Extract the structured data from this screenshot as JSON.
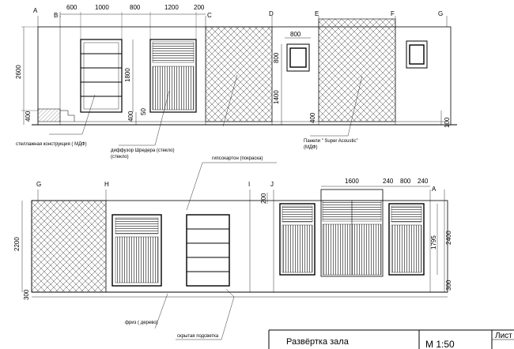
{
  "upper": {
    "axes": [
      "A",
      "B",
      "C",
      "D",
      "E",
      "F",
      "G"
    ],
    "dims_top": [
      "600",
      "1000",
      "800",
      "1200",
      "200"
    ],
    "dim_800_top": "800",
    "dims_left": [
      "2600",
      "400"
    ],
    "dim_1800": "1800",
    "dim_400_mid": "400",
    "dim_50": "50",
    "dim_800_side": "800",
    "dim_1400": "1400",
    "dim_400_right": "400",
    "dim_100": "100"
  },
  "lower": {
    "axes": [
      "G",
      "H",
      "I",
      "J",
      "A"
    ],
    "dims_top": [
      "1600",
      "240",
      "800",
      "240"
    ],
    "dim_200": "200",
    "dims_left": [
      "2200",
      "300"
    ],
    "dim_1795": "1795",
    "dim_2400": "2400",
    "dim_300_right": "300"
  },
  "notes": {
    "shelving": "стеллажная конструкция ( МДФ)",
    "diffuser": "диффузор Шредера (стекло)",
    "panels_1": "Панели \" Super Acoustic\"",
    "panels_2": "(МДФ)",
    "drywall": "гипсокартон (покраска)",
    "frieze": "фриз ( дерево)",
    "lighting": "скрытая подсветка"
  },
  "title_block": {
    "title": "Развёртка зала",
    "scale": "М 1:50",
    "sheet": "Лист"
  }
}
